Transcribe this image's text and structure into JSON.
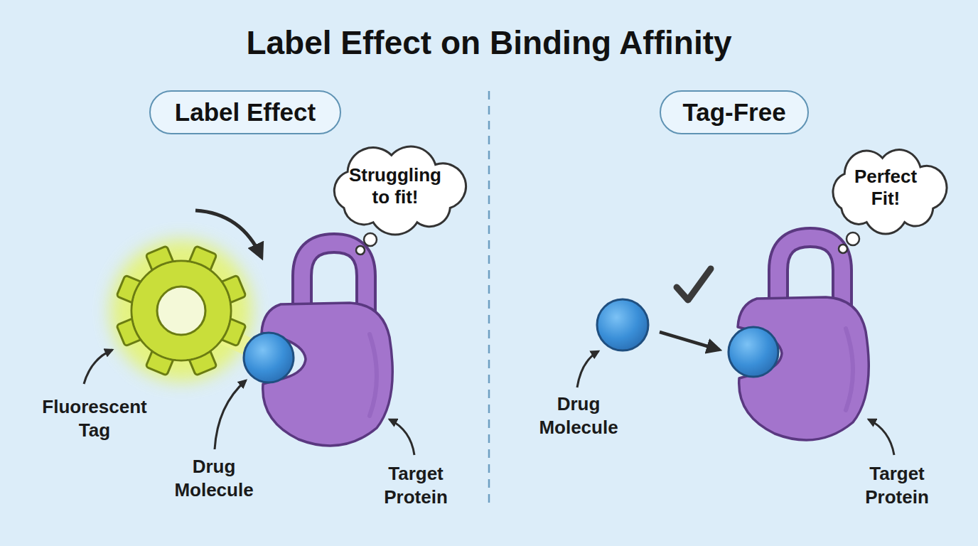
{
  "diagram": {
    "title": "Label Effect on Binding Affinity",
    "nodes": [
      {
        "text": [
          "Label Effect"
        ]
      },
      {
        "text": [
          "Struggling to fit!"
        ]
      },
      {
        "text": [
          "Tag-Free"
        ]
      },
      {
        "text": [
          "Perfect Fit!"
        ]
      }
    ],
    "labels": [
      "Fluorescent Tag",
      "Drug Molecule",
      "Target Protein",
      "Drug Molecule",
      "Target Protein"
    ]
  }
}
